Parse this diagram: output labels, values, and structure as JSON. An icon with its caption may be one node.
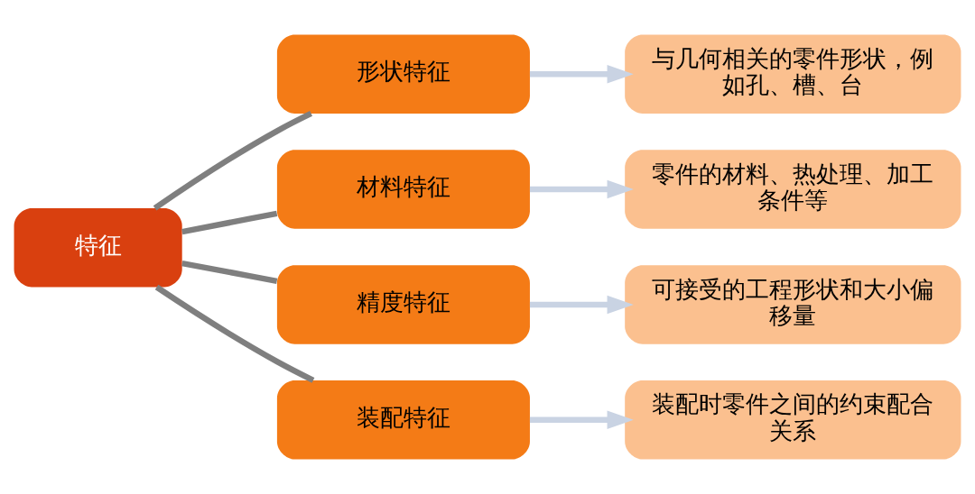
{
  "diagram": {
    "nodes": [
      {
        "text": [
          "特征"
        ]
      },
      {
        "text": [
          "形状特征"
        ]
      },
      {
        "text": [
          "材料特征"
        ]
      },
      {
        "text": [
          "精度特征"
        ]
      },
      {
        "text": [
          "装配特征"
        ]
      },
      {
        "text": [
          "与几何相关的零件形状，例如孔、槽、台"
        ]
      },
      {
        "text": [
          "零件的材料、热处理、加工条件等"
        ]
      },
      {
        "text": [
          "可接受的工程形状和大小偏移量"
        ]
      },
      {
        "text": [
          "装配时零件之间的约束配合关系"
        ]
      }
    ],
    "edges": [
      {
        "from": 0,
        "to": 1,
        "arrow": "none",
        "color": "#7f7f7f"
      },
      {
        "from": 0,
        "to": 2,
        "arrow": "none",
        "color": "#7f7f7f"
      },
      {
        "from": 0,
        "to": 3,
        "arrow": "none",
        "color": "#7f7f7f"
      },
      {
        "from": 0,
        "to": 4,
        "arrow": "none",
        "color": "#7f7f7f"
      },
      {
        "from": 1,
        "to": 5,
        "arrow": "to",
        "color": "#c9d3e3"
      },
      {
        "from": 2,
        "to": 6,
        "arrow": "to",
        "color": "#c9d3e3"
      },
      {
        "from": 3,
        "to": 7,
        "arrow": "to",
        "color": "#c9d3e3"
      },
      {
        "from": 4,
        "to": 8,
        "arrow": "to",
        "color": "#c9d3e3"
      }
    ]
  }
}
